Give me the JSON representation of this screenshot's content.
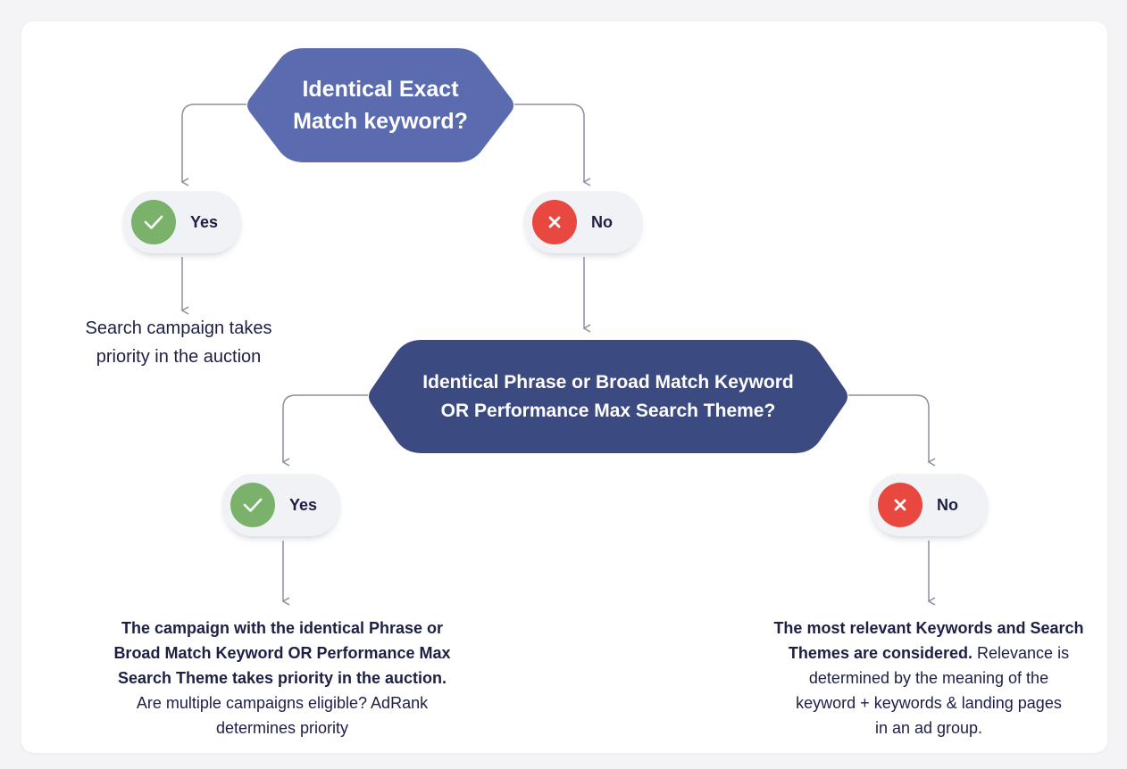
{
  "question1": {
    "line1": "Identical Exact",
    "line2": "Match keyword?",
    "fill": "#5a6bb0"
  },
  "question2": {
    "line1": "Identical Phrase or Broad Match Keyword",
    "line2": "OR Performance Max Search Theme?",
    "fill": "#3c4a82"
  },
  "branch1": {
    "yes": {
      "label": "Yes",
      "icon": "check-icon",
      "color": "#7ab16b"
    },
    "no": {
      "label": "No",
      "icon": "x-icon",
      "color": "#e8483f"
    },
    "yes_outcome": {
      "line1": "Search campaign takes",
      "line2": "priority in the auction"
    }
  },
  "branch2": {
    "yes": {
      "label": "Yes",
      "icon": "check-icon",
      "color": "#7ab16b"
    },
    "no": {
      "label": "No",
      "icon": "x-icon",
      "color": "#e8483f"
    },
    "yes_outcome": {
      "bold_line1": "The campaign with the identical Phrase or",
      "bold_line2": "Broad Match Keyword OR Performance Max",
      "bold_line3": "Search Theme takes priority in the auction.",
      "line4": "Are multiple campaigns eligible? AdRank",
      "line5": "determines priority"
    },
    "no_outcome": {
      "bold_line1": "The most relevant Keywords and Search",
      "bold_line2": "Themes are considered.",
      "line2_rest": " Relevance is",
      "line3": "determined by the meaning of the",
      "line4": "keyword + keywords & landing pages",
      "line5": "in an ad group."
    }
  },
  "colors": {
    "connector": "#8c8f9c",
    "text": "#1d1f44",
    "pill_bg": "#f1f2f6"
  }
}
